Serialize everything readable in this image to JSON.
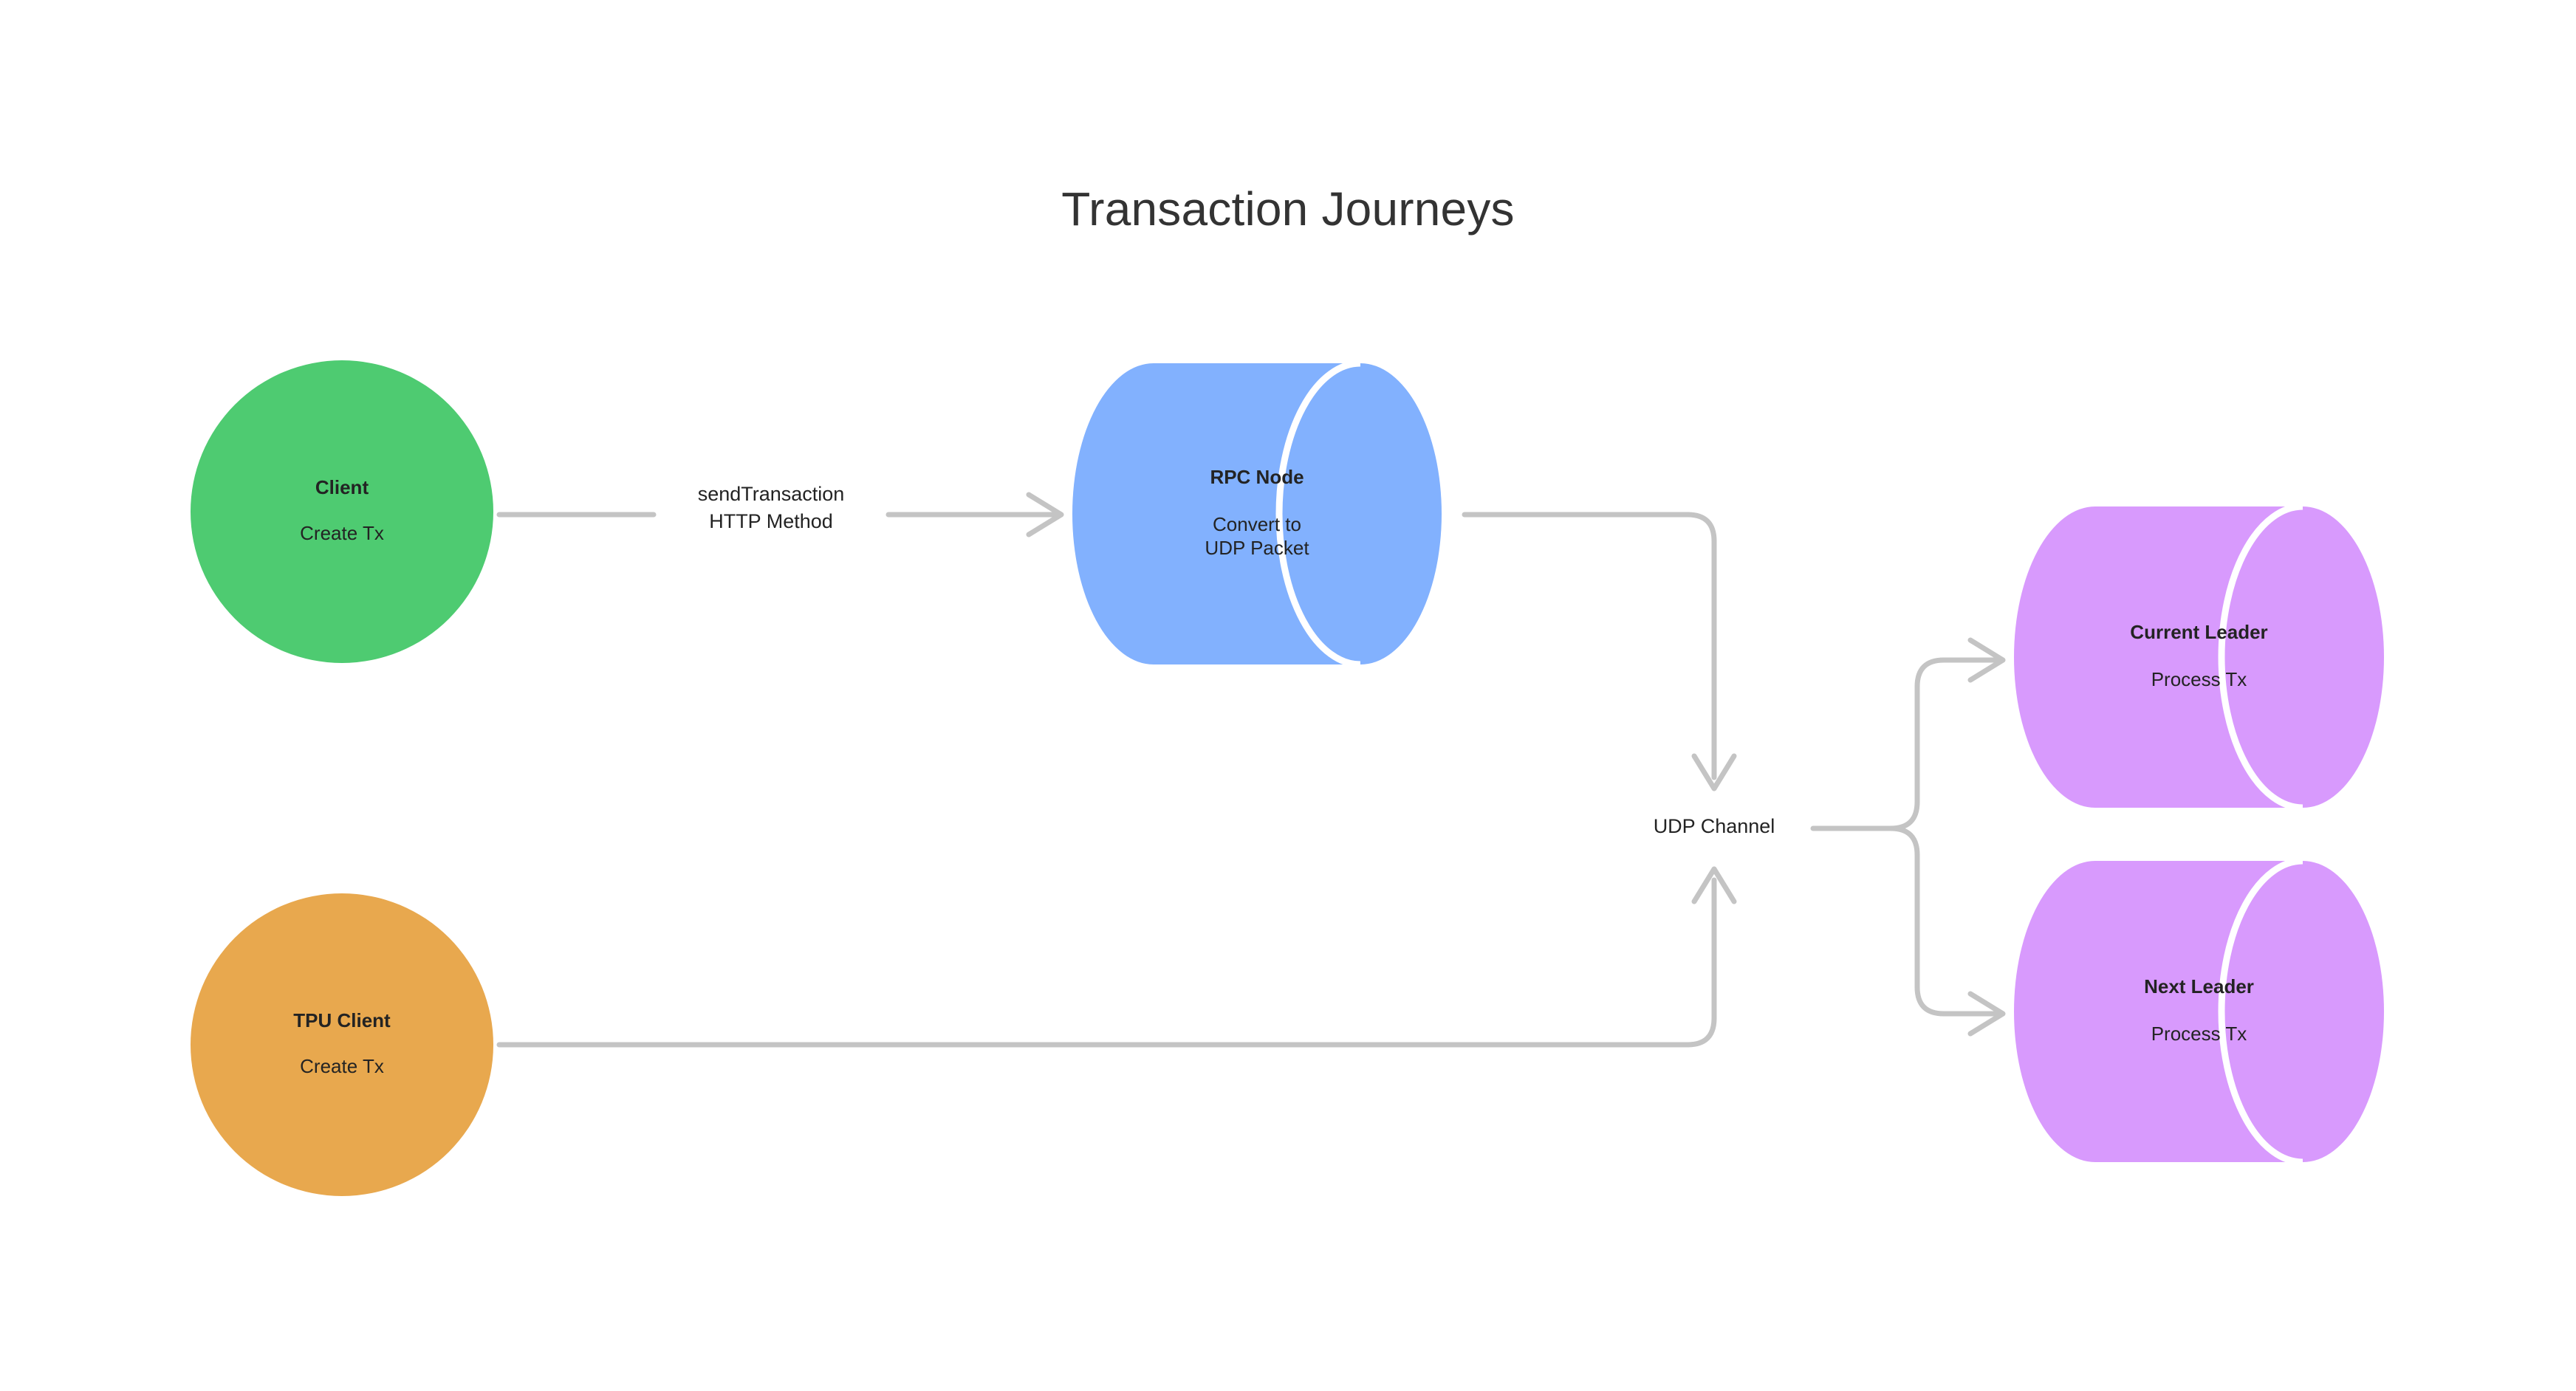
{
  "diagram": {
    "title": "Transaction Journeys",
    "background": "#ffffff",
    "edge_color": "#c4c4c4",
    "text_color": "#232323",
    "title_color": "#333333"
  },
  "nodes": {
    "client": {
      "title": "Client",
      "subtitle": "Create Tx",
      "shape": "circle",
      "color": "#4ecb71"
    },
    "tpu_client": {
      "title": "TPU Client",
      "subtitle": "Create Tx",
      "shape": "circle",
      "color": "#e8a84e"
    },
    "rpc_node": {
      "title": "RPC Node",
      "subtitle": "Convert to\nUDP Packet",
      "shape": "cylinder",
      "color": "#82b1fe"
    },
    "current_leader": {
      "title": "Current Leader",
      "subtitle": "Process Tx",
      "shape": "cylinder",
      "color": "#d89afd"
    },
    "next_leader": {
      "title": "Next Leader",
      "subtitle": "Process Tx",
      "shape": "cylinder",
      "color": "#d89afd"
    }
  },
  "edges": {
    "client_to_rpc": {
      "label": "sendTransaction\nHTTP Method"
    },
    "rpc_to_channel": {
      "label": ""
    },
    "tpu_to_channel": {
      "label": ""
    },
    "channel_to_current": {
      "label": ""
    },
    "channel_to_next": {
      "label": ""
    }
  },
  "junctions": {
    "udp_channel": {
      "label": "UDP Channel"
    }
  }
}
